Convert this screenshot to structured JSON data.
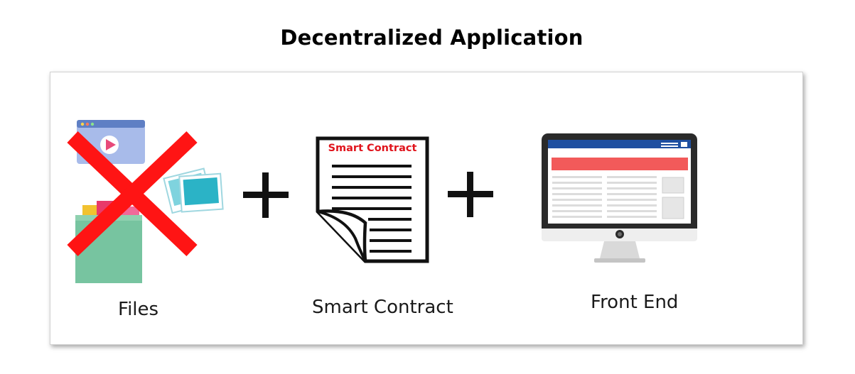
{
  "title": "Decentralized Application",
  "items": [
    {
      "caption": "Files",
      "icon": "files-crossed-out-icon"
    },
    {
      "caption": "Smart Contract",
      "icon": "smart-contract-document-icon",
      "doc_label": "Smart Contract"
    },
    {
      "caption": "Front End",
      "icon": "desktop-monitor-icon"
    }
  ],
  "colors": {
    "cross": "#ff1a1a",
    "doc_label": "#e0141c",
    "monitor_bar": "#1f4fa0",
    "monitor_banner": "#f25a5a",
    "video_window": "#9fb4e6",
    "photo": "#29b6c8",
    "folder": "#6fbf9a"
  }
}
